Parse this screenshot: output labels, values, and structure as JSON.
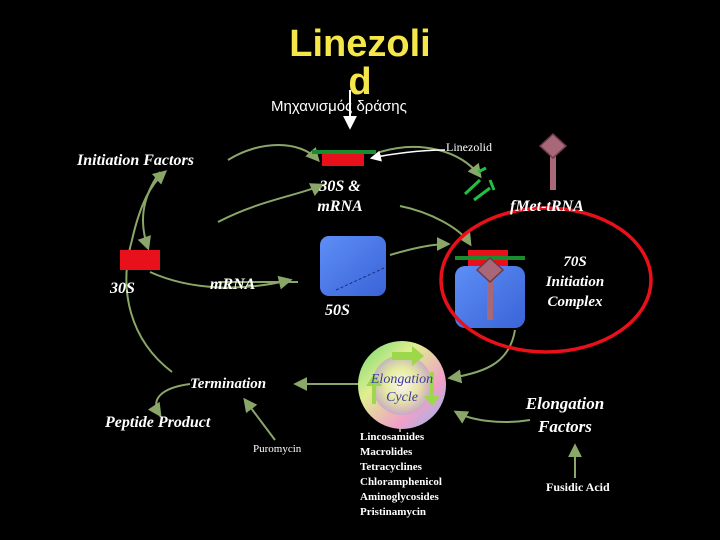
{
  "title_line1": "Linezoli",
  "title_line2": "d",
  "subtitle": "Μηχανισμός δράσης",
  "labels": {
    "linezolid": "Linezolid",
    "initiation_factors": "Initiation Factors",
    "complex_30s_mrna_line1": "30S &",
    "complex_30s_mrna_line2": "mRNA",
    "fmet_trna": "fMet-tRNA",
    "initiation_70s_line1": "70S",
    "initiation_70s_line2": "Initiation",
    "initiation_70s_line3": "Complex",
    "subunit_30s": "30S",
    "mrna": "mRNA",
    "subunit_50s": "50S",
    "termination": "Termination",
    "elongation_cycle_line1": "Elongation",
    "elongation_cycle_line2": "Cycle",
    "peptide_product": "Peptide Product",
    "puromycin": "Puromycin",
    "elongation_factors_line1": "Elongation",
    "elongation_factors_line2": "Factors",
    "fusidic_acid": "Fusidic Acid"
  },
  "elongation_inhibitors": [
    "Lincosamides",
    "Macrolides",
    "Tetracyclines",
    "Chloramphenicol",
    "Aminoglycosides",
    "Pristinamycin"
  ],
  "colors": {
    "title": "#f5e64a",
    "subunit_30s": "#e8101a",
    "mrna_strand": "#1a8c2e",
    "subunit_50s": "#4a7cf0",
    "trna": "#a86878",
    "arrow": "#8aa668",
    "inhibitor_arrow": "#ffffff",
    "highlight_ring": "#e8101a"
  }
}
